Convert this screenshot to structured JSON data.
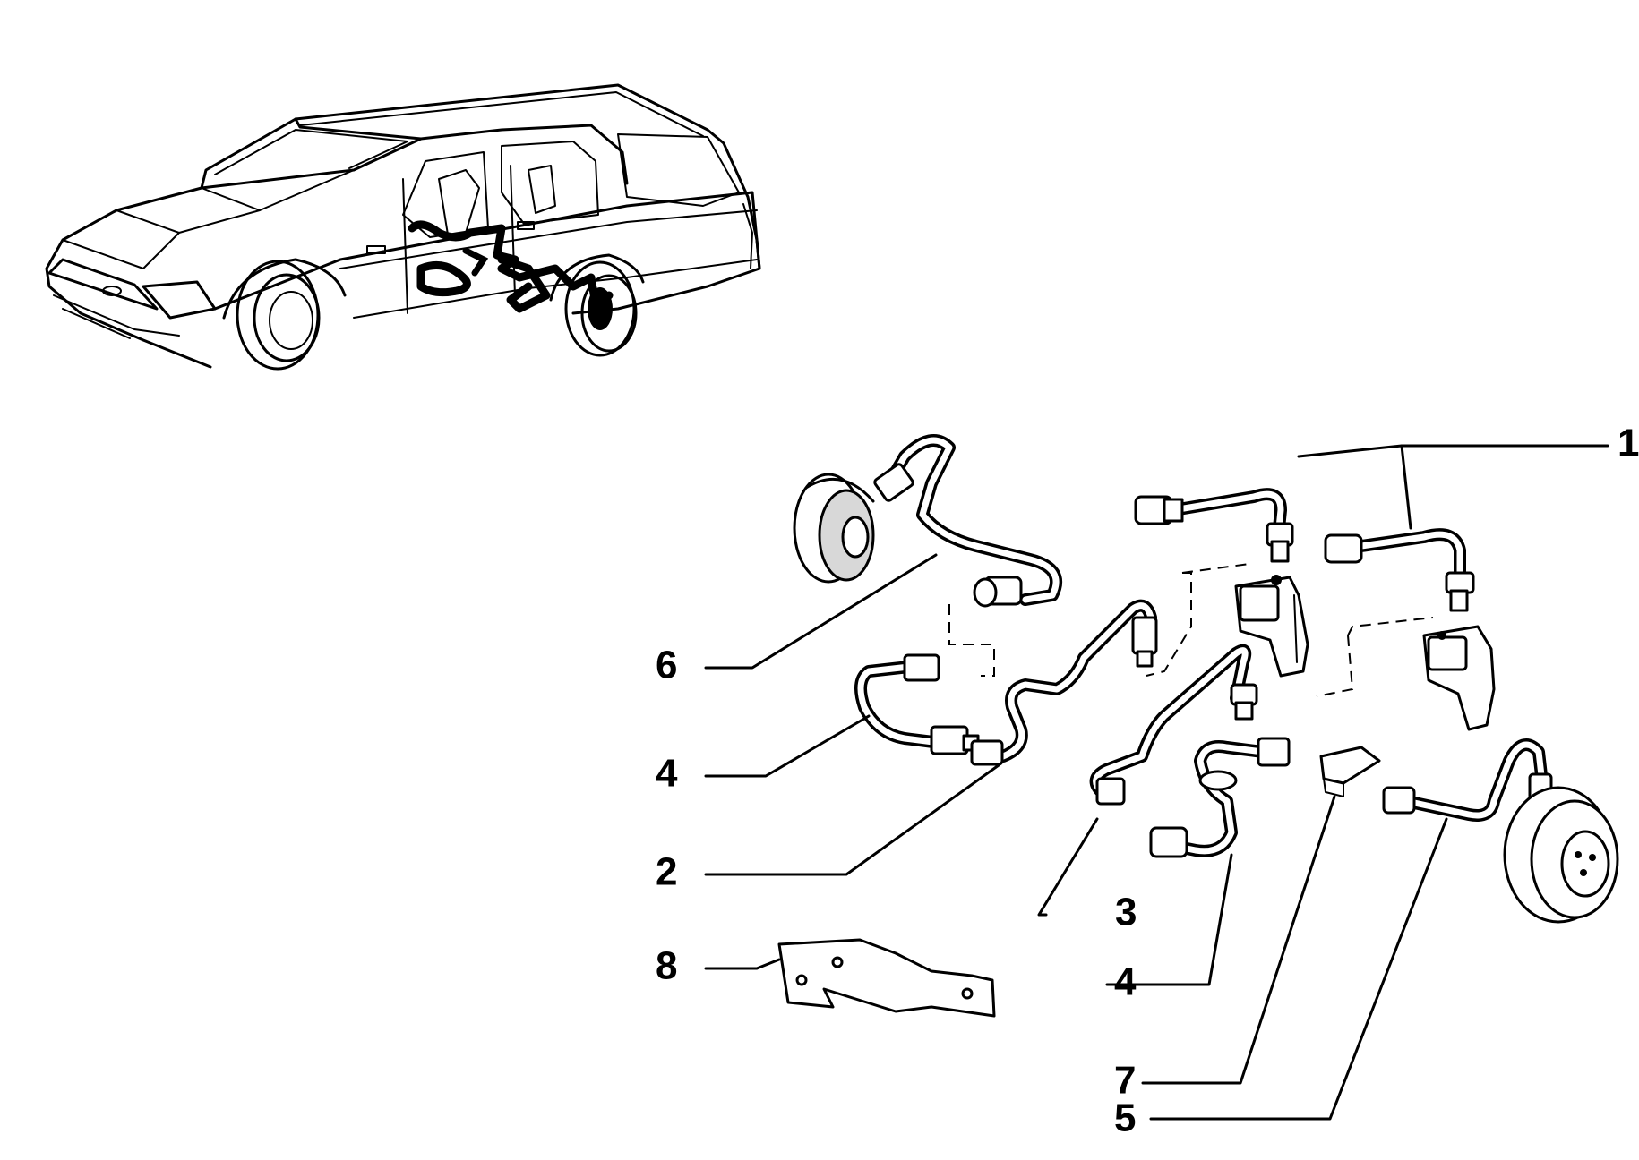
{
  "callouts": [
    {
      "id": "1",
      "label": "1"
    },
    {
      "id": "2",
      "label": "2"
    },
    {
      "id": "3",
      "label": "3"
    },
    {
      "id": "4a",
      "label": "4"
    },
    {
      "id": "4b",
      "label": "4"
    },
    {
      "id": "5",
      "label": "5"
    },
    {
      "id": "6",
      "label": "6"
    },
    {
      "id": "7",
      "label": "7"
    },
    {
      "id": "8",
      "label": "8"
    }
  ],
  "colors": {
    "ink": "#000000",
    "paper": "#ffffff",
    "shade": "#d8d8d8"
  },
  "illustrations": [
    "station-wagon-car",
    "brake-pipe-6",
    "brake-pipe-4",
    "brake-pipe-2",
    "brake-pipe-3",
    "brake-pipe-1",
    "brake-pipe-5",
    "clip-7",
    "bracket-8",
    "brake-drum",
    "brake-caliper",
    "pressure-regulator"
  ]
}
